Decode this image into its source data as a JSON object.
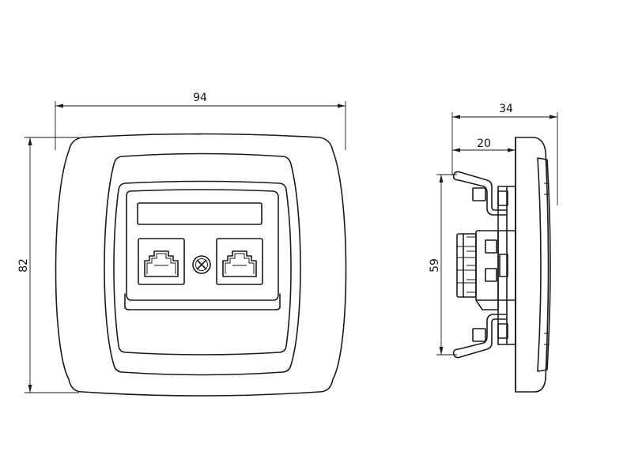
{
  "dimensions": {
    "front_width": "94",
    "front_height": "82",
    "side_depth": "34",
    "side_mount_depth": "20",
    "side_height": "59"
  },
  "colors": {
    "line": "#1a1a1a",
    "background": "#ffffff"
  }
}
